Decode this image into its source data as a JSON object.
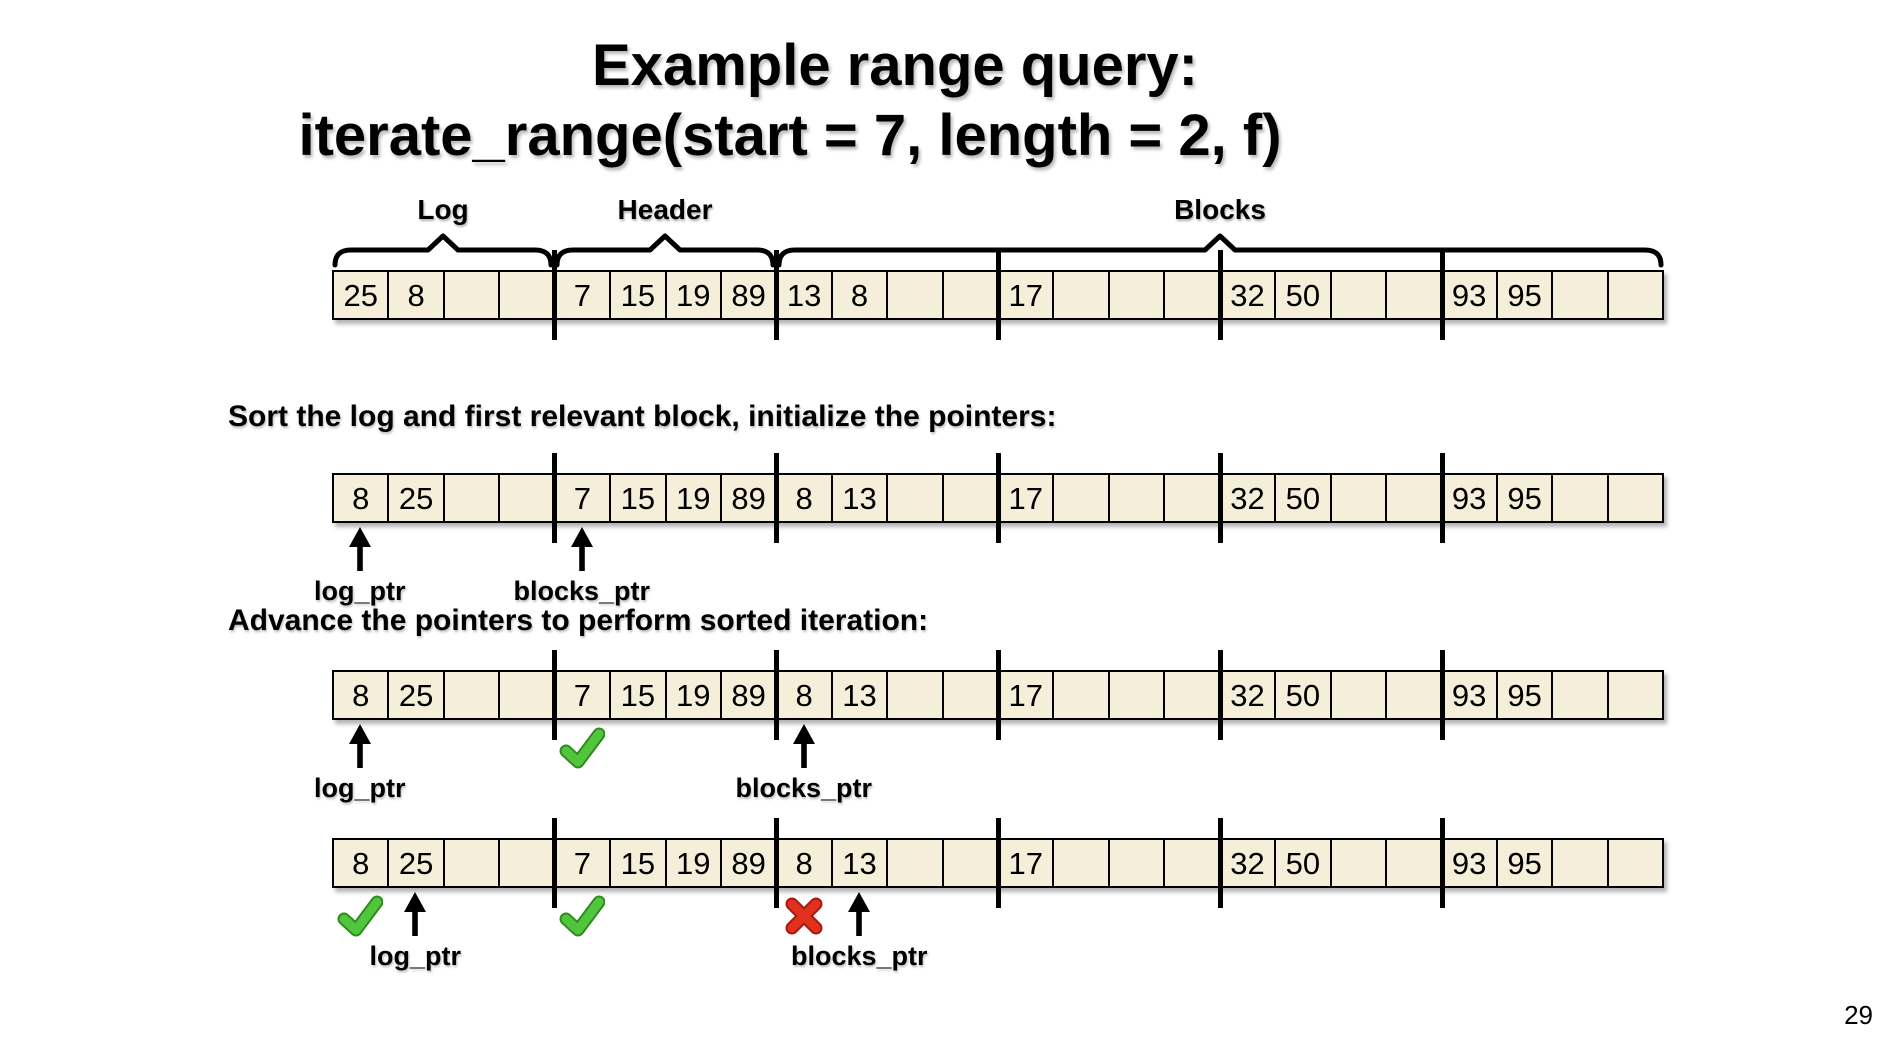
{
  "slide": {
    "title_line1": "Example range query:",
    "title_line2": "iterate_range(start = 7, length = 2, f)",
    "captions": {
      "sort": "Sort the log and first relevant block, initialize the pointers:",
      "advance": "Advance the pointers to perform sorted iteration:"
    },
    "page_number": "29"
  },
  "region_labels": [
    {
      "id": "log",
      "text": "Log"
    },
    {
      "id": "header",
      "text": "Header"
    },
    {
      "id": "blocks",
      "text": "Blocks"
    }
  ],
  "colors": {
    "cell_fill": "#f5efd9",
    "check_green": "#4fc63c",
    "check_green_dark": "#2f8a1f",
    "cross_red": "#e0301e",
    "cross_red_dark": "#a81a10",
    "ink": "#000000"
  },
  "array_rows": [
    {
      "id": "initial",
      "cells": [
        "25",
        "8",
        "",
        "",
        "7",
        "15",
        "19",
        "89",
        "13",
        "8",
        "",
        "",
        "17",
        "",
        "",
        "",
        "32",
        "50",
        "",
        "",
        "93",
        "95",
        "",
        ""
      ],
      "annotations": []
    },
    {
      "id": "sorted",
      "cells": [
        "8",
        "25",
        "",
        "",
        "7",
        "15",
        "19",
        "89",
        "8",
        "13",
        "",
        "",
        "17",
        "",
        "",
        "",
        "32",
        "50",
        "",
        "",
        "93",
        "95",
        "",
        ""
      ],
      "annotations": [
        {
          "type": "arrow",
          "cell": 1,
          "label": "log_ptr"
        },
        {
          "type": "arrow",
          "cell": 5,
          "label": "blocks_ptr"
        }
      ]
    },
    {
      "id": "advance-step-1",
      "cells": [
        "8",
        "25",
        "",
        "",
        "7",
        "15",
        "19",
        "89",
        "8",
        "13",
        "",
        "",
        "17",
        "",
        "",
        "",
        "32",
        "50",
        "",
        "",
        "93",
        "95",
        "",
        ""
      ],
      "annotations": [
        {
          "type": "arrow",
          "cell": 1,
          "label": "log_ptr"
        },
        {
          "type": "check",
          "cell": 5
        },
        {
          "type": "arrow",
          "cell": 9,
          "label": "blocks_ptr"
        }
      ]
    },
    {
      "id": "advance-step-2",
      "cells": [
        "8",
        "25",
        "",
        "",
        "7",
        "15",
        "19",
        "89",
        "8",
        "13",
        "",
        "",
        "17",
        "",
        "",
        "",
        "32",
        "50",
        "",
        "",
        "93",
        "95",
        "",
        ""
      ],
      "annotations": [
        {
          "type": "check",
          "cell": 1
        },
        {
          "type": "arrow",
          "cell": 2,
          "label": "log_ptr"
        },
        {
          "type": "check",
          "cell": 5
        },
        {
          "type": "cross",
          "cell": 9
        },
        {
          "type": "arrow",
          "cell": 10,
          "label": "blocks_ptr"
        }
      ]
    }
  ]
}
